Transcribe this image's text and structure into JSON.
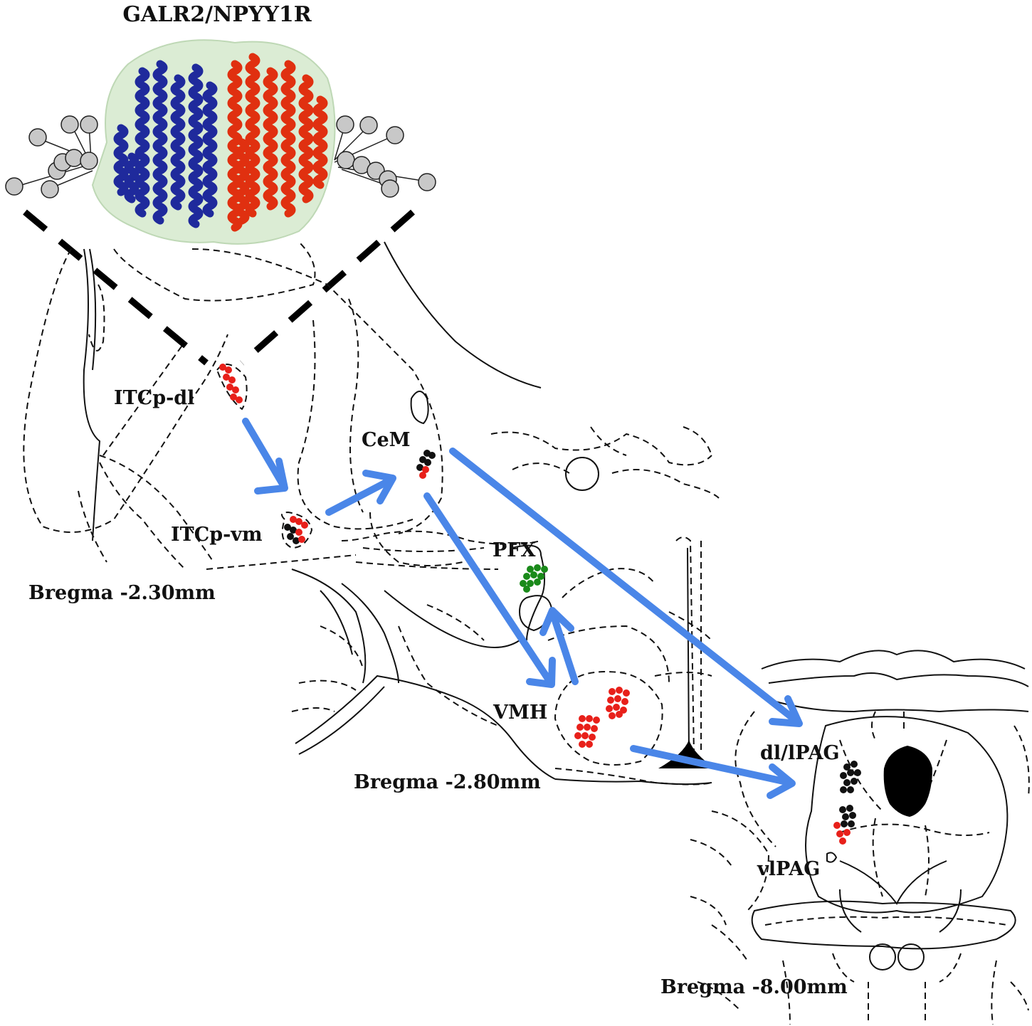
{
  "title": "GALR2/NPYY1R",
  "colors": {
    "arrow": "#4a86e8",
    "galr2_helix": "#1f2a9c",
    "npyy1r_helix": "#e03010",
    "marker_red": "#e8201a",
    "marker_black": "#111111",
    "marker_green": "#1a8a1a",
    "glycan": "#c8c8c8"
  },
  "regions": {
    "itcp_dl": "ITCp-dl",
    "itcp_vm": "ITCp-vm",
    "cem": "CeM",
    "pfx": "PFX",
    "vmh": "VMH",
    "dl_lpag": "dl/lPAG",
    "vlpag": "vlPAG"
  },
  "sections": {
    "section_1": "Bregma -2.30mm",
    "section_2": "Bregma -2.80mm",
    "section_3": "Bregma -8.00mm"
  },
  "projections": [
    {
      "from": "ITCp-dl",
      "to": "ITCp-vm"
    },
    {
      "from": "ITCp-vm",
      "to": "CeM"
    },
    {
      "from": "CeM",
      "to": "VMH"
    },
    {
      "from": "CeM",
      "to": "dl/lPAG"
    },
    {
      "from": "VMH",
      "to": "PFX"
    },
    {
      "from": "VMH",
      "to": "dl/lPAG"
    }
  ]
}
